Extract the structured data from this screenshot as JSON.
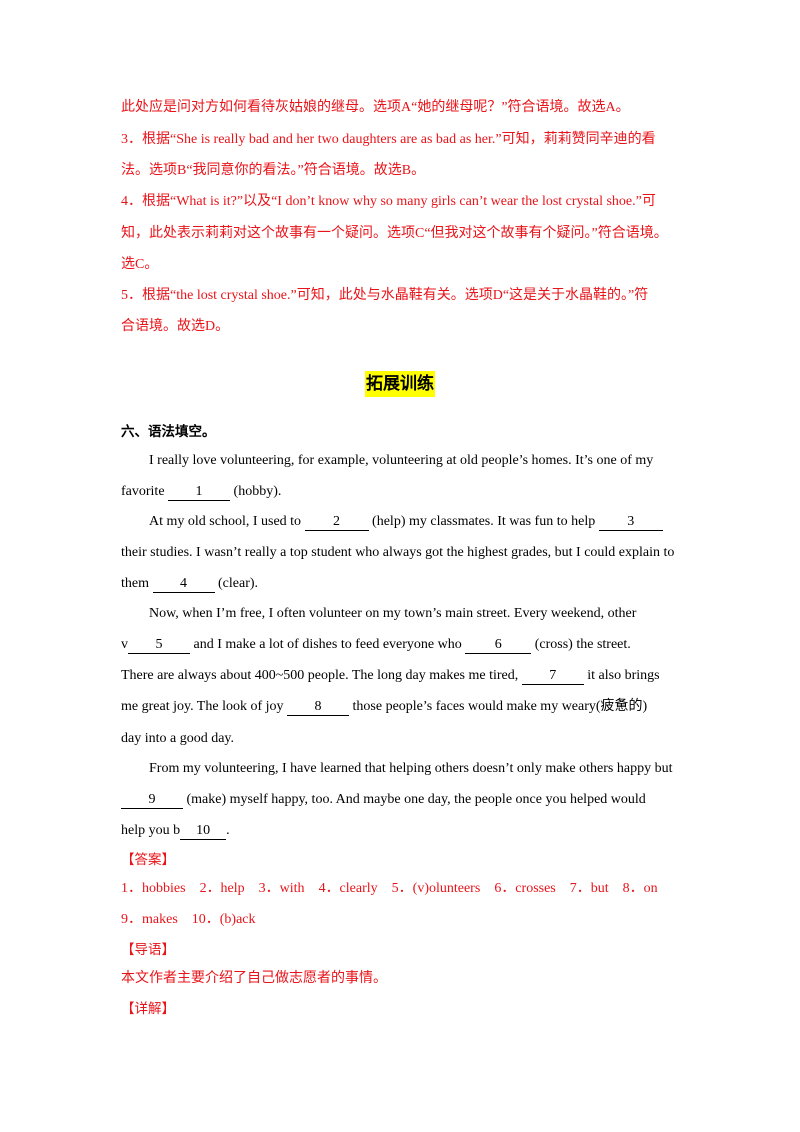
{
  "explanation": {
    "line1": "此处应是问对方如何看待灰姑娘的继母。选项A“她的继母呢？”符合语境。故选A。",
    "line2": "3．根据“She is really bad and her two daughters are as bad as her.”可知，莉莉赞同辛迪的看",
    "line3": "法。选项B“我同意你的看法。”符合语境。故选B。",
    "line4": "4．根据“What is it?”以及“I don’t know why so many girls can’t wear the lost crystal shoe.”可",
    "line5": "知，此处表示莉莉对这个故事有一个疑问。选项C“但我对这个故事有个疑问。”符合语境。",
    "line6": "选C。",
    "line7": "5．根据“the lost crystal shoe.”可知，此处与水晶鞋有关。选项D“这是关于水晶鞋的。”符",
    "line8": "合语境。故选D。"
  },
  "section_title": "拓展训练",
  "question_heading": "六、语法填空。",
  "passage": {
    "p1a": "I really love volunteering, for example, volunteering at old people’s homes. It’s one of my",
    "p1b_pre": "favorite ",
    "b1": "1",
    "p1b_post": " (hobby).",
    "p2a_pre": "At my old school, I used to ",
    "b2": "2",
    "p2a_mid": " (help) my classmates. It was fun to help ",
    "b3": "3",
    "p2b": "their studies. I wasn’t really a top student who always got the highest grades, but I could explain to",
    "p2c_pre": "them ",
    "b4": "4",
    "p2c_post": " (clear).",
    "p3a": "Now, when I’m free, I often volunteer on my town’s main street. Every weekend, other",
    "p3b_pre": "v",
    "b5": "5",
    "p3b_mid": " and I make a lot of dishes to feed everyone who ",
    "b6": "6",
    "p3b_post": " (cross) the street.",
    "p3c_pre": "There are always about 400~500 people. The long day makes me tired, ",
    "b7": "7",
    "p3c_post": " it also brings",
    "p3d_pre": "me great joy. The look of joy ",
    "b8": "8",
    "p3d_post": " those people’s faces would make my weary(疲惫的)",
    "p3e": "day into a good day.",
    "p4a": "From my volunteering, I have learned that helping others doesn’t only make others happy but",
    "b9": "9",
    "p4b_post": " (make) myself happy, too. And maybe one day, the people once you helped would",
    "p4c_pre": "help you b",
    "b10": "10",
    "p4c_post": "."
  },
  "answer_label": "【答案】",
  "answers_line1": [
    "1．hobbies",
    "2．help",
    "3．with",
    "4．clearly",
    "5．(v)olunteers",
    "6．crosses",
    "7．but",
    "8．on"
  ],
  "answers_line2": [
    "9．makes",
    "10．(b)ack"
  ],
  "guide_label": "【导语】",
  "guide_text": "本文作者主要介绍了自己做志愿者的事情。",
  "detail_label": "【详解】"
}
